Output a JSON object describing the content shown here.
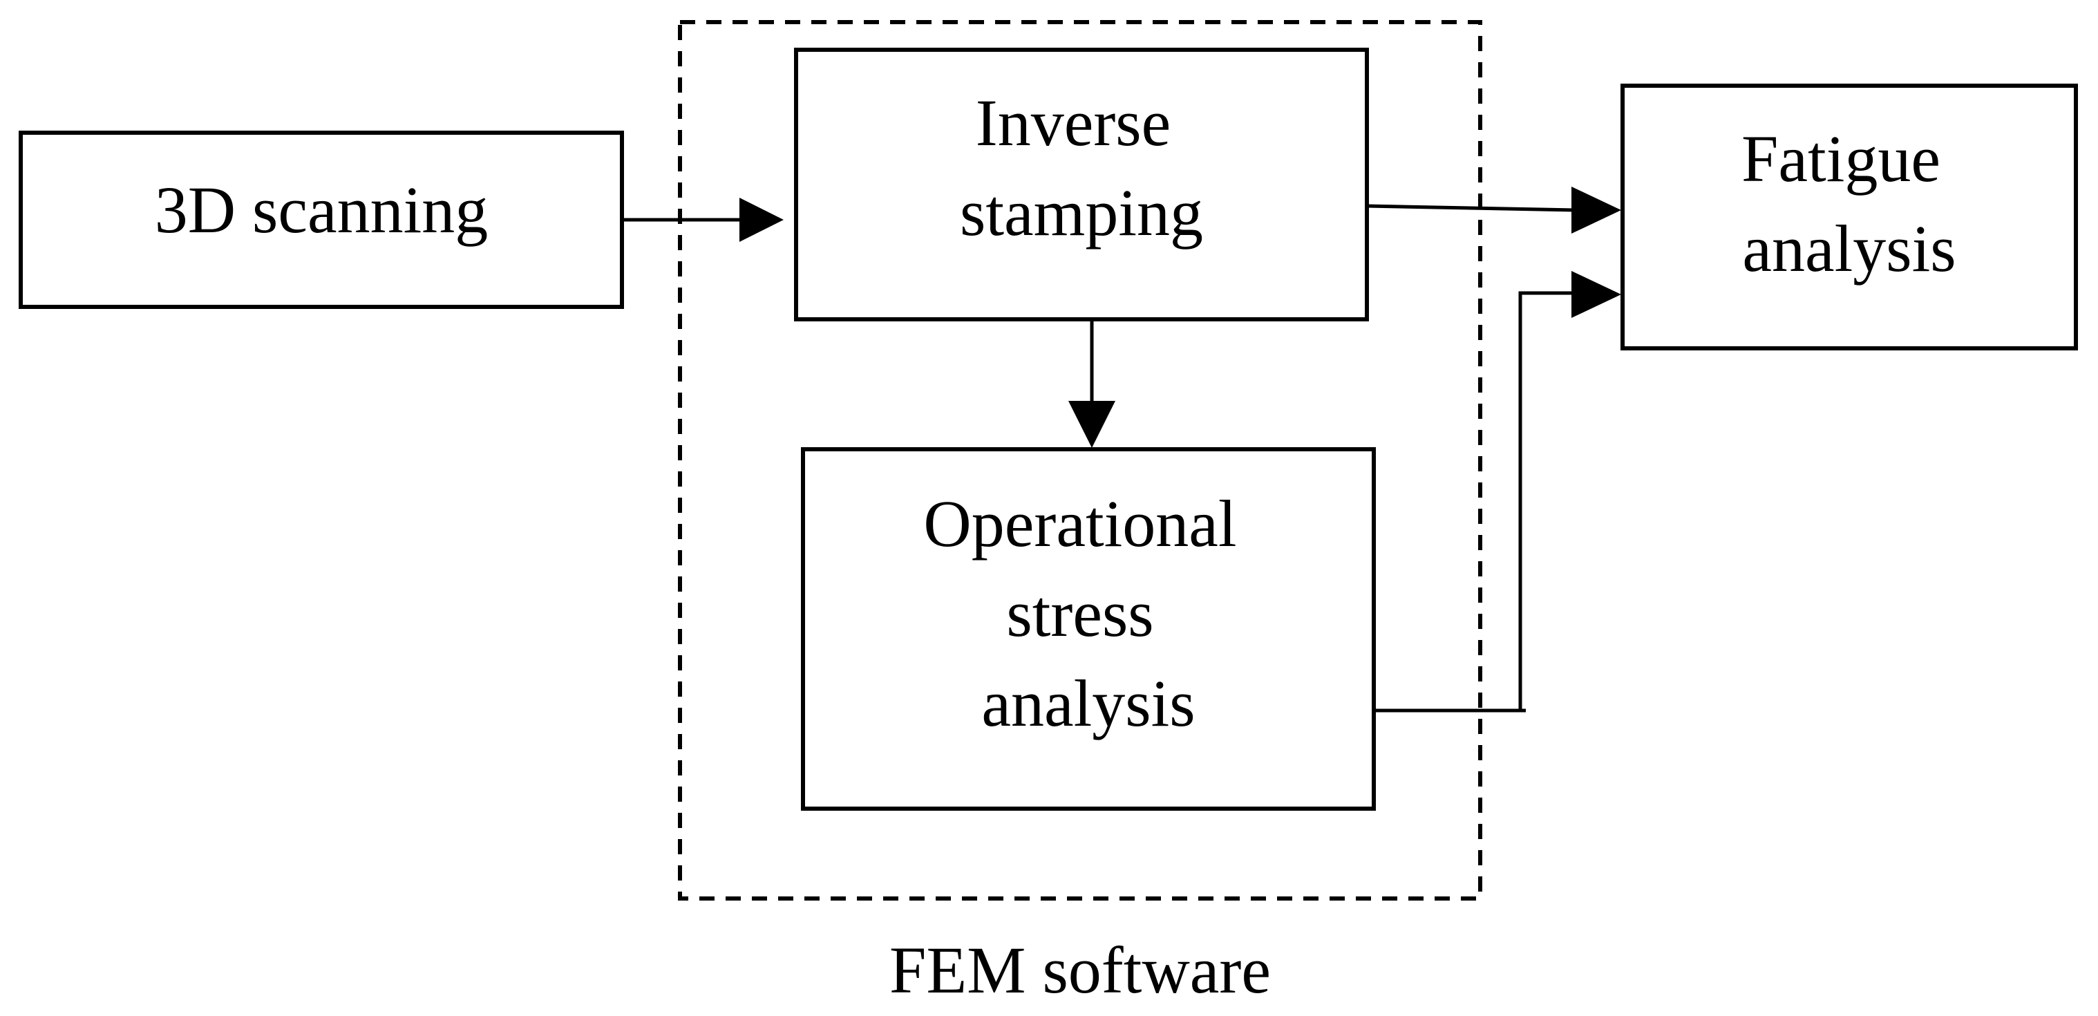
{
  "nodes": {
    "scanning": {
      "lines": [
        "3D scanning"
      ]
    },
    "inverse_stamping": {
      "lines": [
        "Inverse",
        "stamping"
      ]
    },
    "operational_stress": {
      "lines": [
        "Operational",
        "stress",
        "analysis"
      ]
    },
    "fatigue": {
      "lines": [
        "Fatigue",
        "analysis"
      ]
    }
  },
  "group": {
    "label": "FEM software"
  },
  "edges": [
    {
      "from": "3D scanning",
      "to": "Inverse stamping"
    },
    {
      "from": "Inverse stamping",
      "to": "Operational stress analysis"
    },
    {
      "from": "Inverse stamping",
      "to": "Fatigue analysis"
    },
    {
      "from": "Operational stress analysis",
      "to": "Fatigue analysis"
    }
  ]
}
